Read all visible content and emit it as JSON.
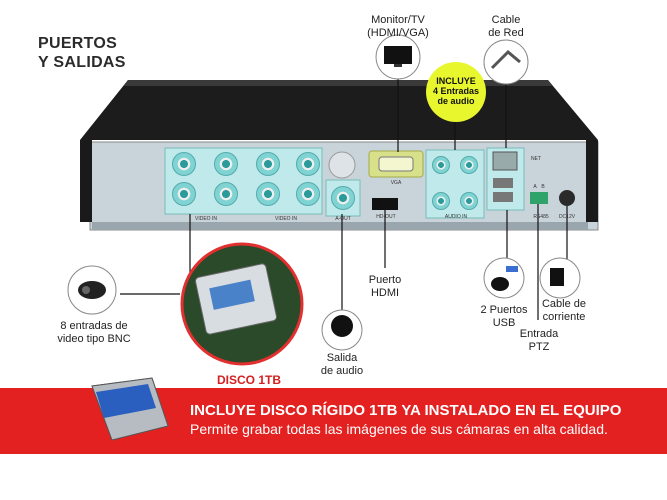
{
  "title": {
    "line1": "PUERTOS",
    "line2": "Y SALIDAS"
  },
  "badge": {
    "line1": "INCLUYE",
    "line2": "4 Entradas",
    "line3": "de audio"
  },
  "labels": {
    "monitor_line1": "Monitor/TV",
    "monitor_line2": "(HDMI/VGA)",
    "red_line1": "Cable",
    "red_line2": "de Red",
    "bnc_line1": "8 entradas de",
    "bnc_line2": "video tipo BNC",
    "hdmi_line1": "Puerto",
    "hdmi_line2": "HDMI",
    "audio_line1": "Salida",
    "audio_line2": "de audio",
    "usb_line1": "2 Puertos",
    "usb_line2": "USB",
    "corriente_line1": "Cable de",
    "corriente_line2": "corriente",
    "ptz_line1": "Entrada",
    "ptz_line2": "PTZ",
    "disco": "DISCO 1TB"
  },
  "panel": {
    "video_in_1": "VIDEO IN",
    "video_in_2": "VIDEO IN",
    "aout": "A-OUT",
    "vga": "VGA",
    "hdout": "HD-OUT",
    "audio_in": "AUDIO IN",
    "net": "NET",
    "rs485": "RS485",
    "dc12v": "DC12V",
    "a": "A",
    "b": "B"
  },
  "banner": {
    "line1": "INCLUYE DISCO RÍGIDO 1TB YA INSTALADO EN EL EQUIPO",
    "line2": "Permite grabar todas las imágenes de sus cámaras en alta calidad."
  },
  "colors": {
    "banner": "#e32121",
    "badge": "#e8f62e",
    "port_teal": "#7fd3d3",
    "disco_text": "#d32020"
  }
}
